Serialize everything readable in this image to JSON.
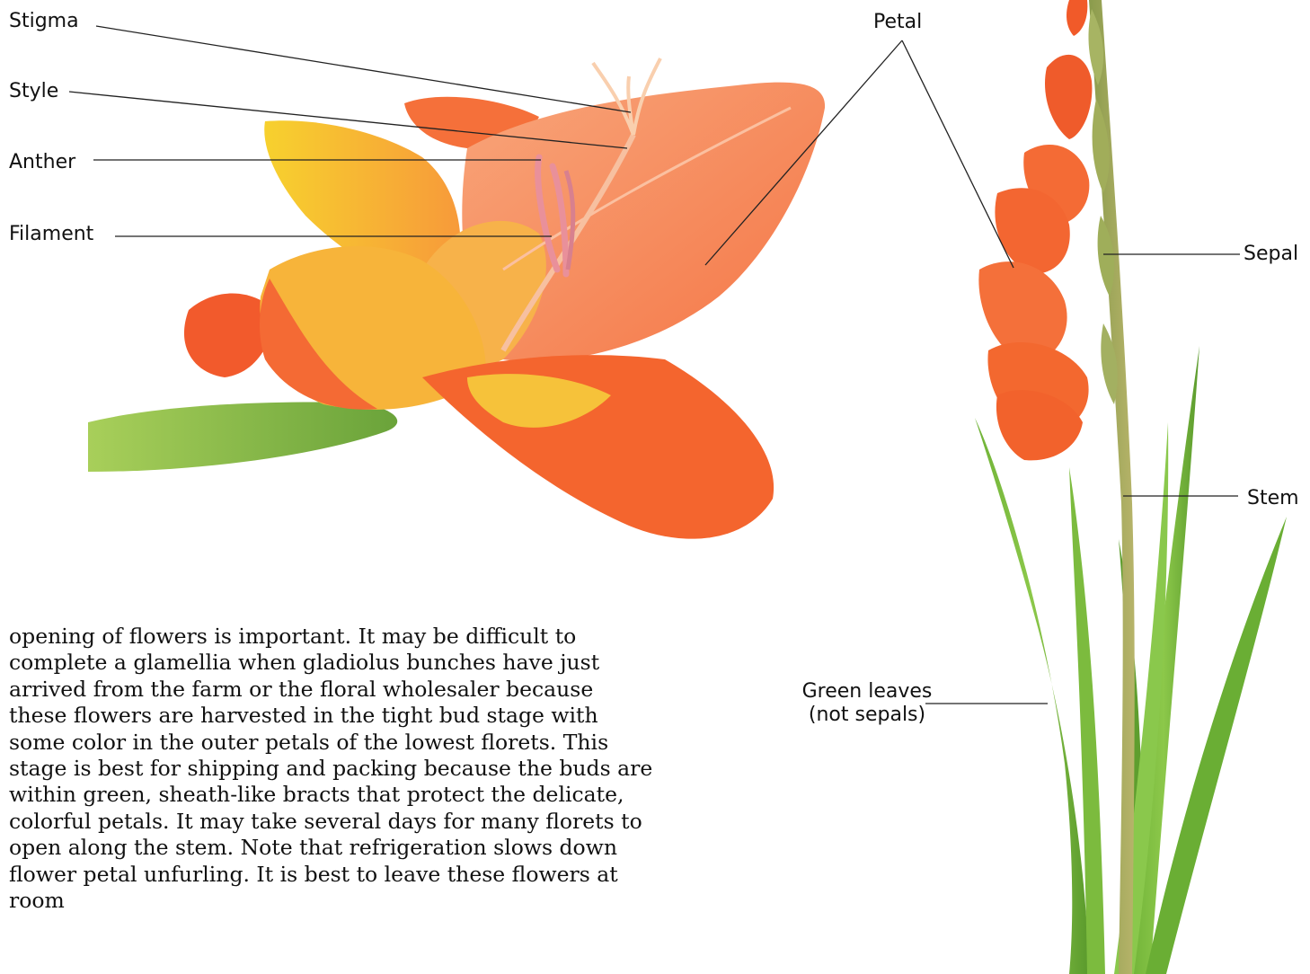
{
  "labels": {
    "stigma": "Stigma",
    "style": "Style",
    "anther": "Anther",
    "filament": "Filament",
    "petal": "Petal",
    "sepal": "Sepal",
    "stem": "Stem",
    "green_leaves_line1": "Green leaves",
    "green_leaves_line2": "(not sepals)"
  },
  "body_text": "opening of flowers is important. It may be difficult to complete a glamellia when gladiolus bunches have just arrived from the farm or the floral wholesaler because these flowers are harvested in the tight bud stage with some color in the outer petals of the lowest florets. This stage is best for shipping and packing because the buds are within green, sheath-like bracts that protect the delicate, colorful petals. It may take several days for many florets to open along the stem. Note that refrigeration slows down flower petal unfurling. It is best to leave these flowers at room",
  "colors": {
    "petal_orange": "#f5703a",
    "petal_light": "#f79a6c",
    "petal_yellow": "#f7c92a",
    "leaf_green": "#7dbb3a",
    "leaf_dark": "#4f8f25",
    "stem_green": "#9aa85a",
    "leader_line": "#222222"
  }
}
